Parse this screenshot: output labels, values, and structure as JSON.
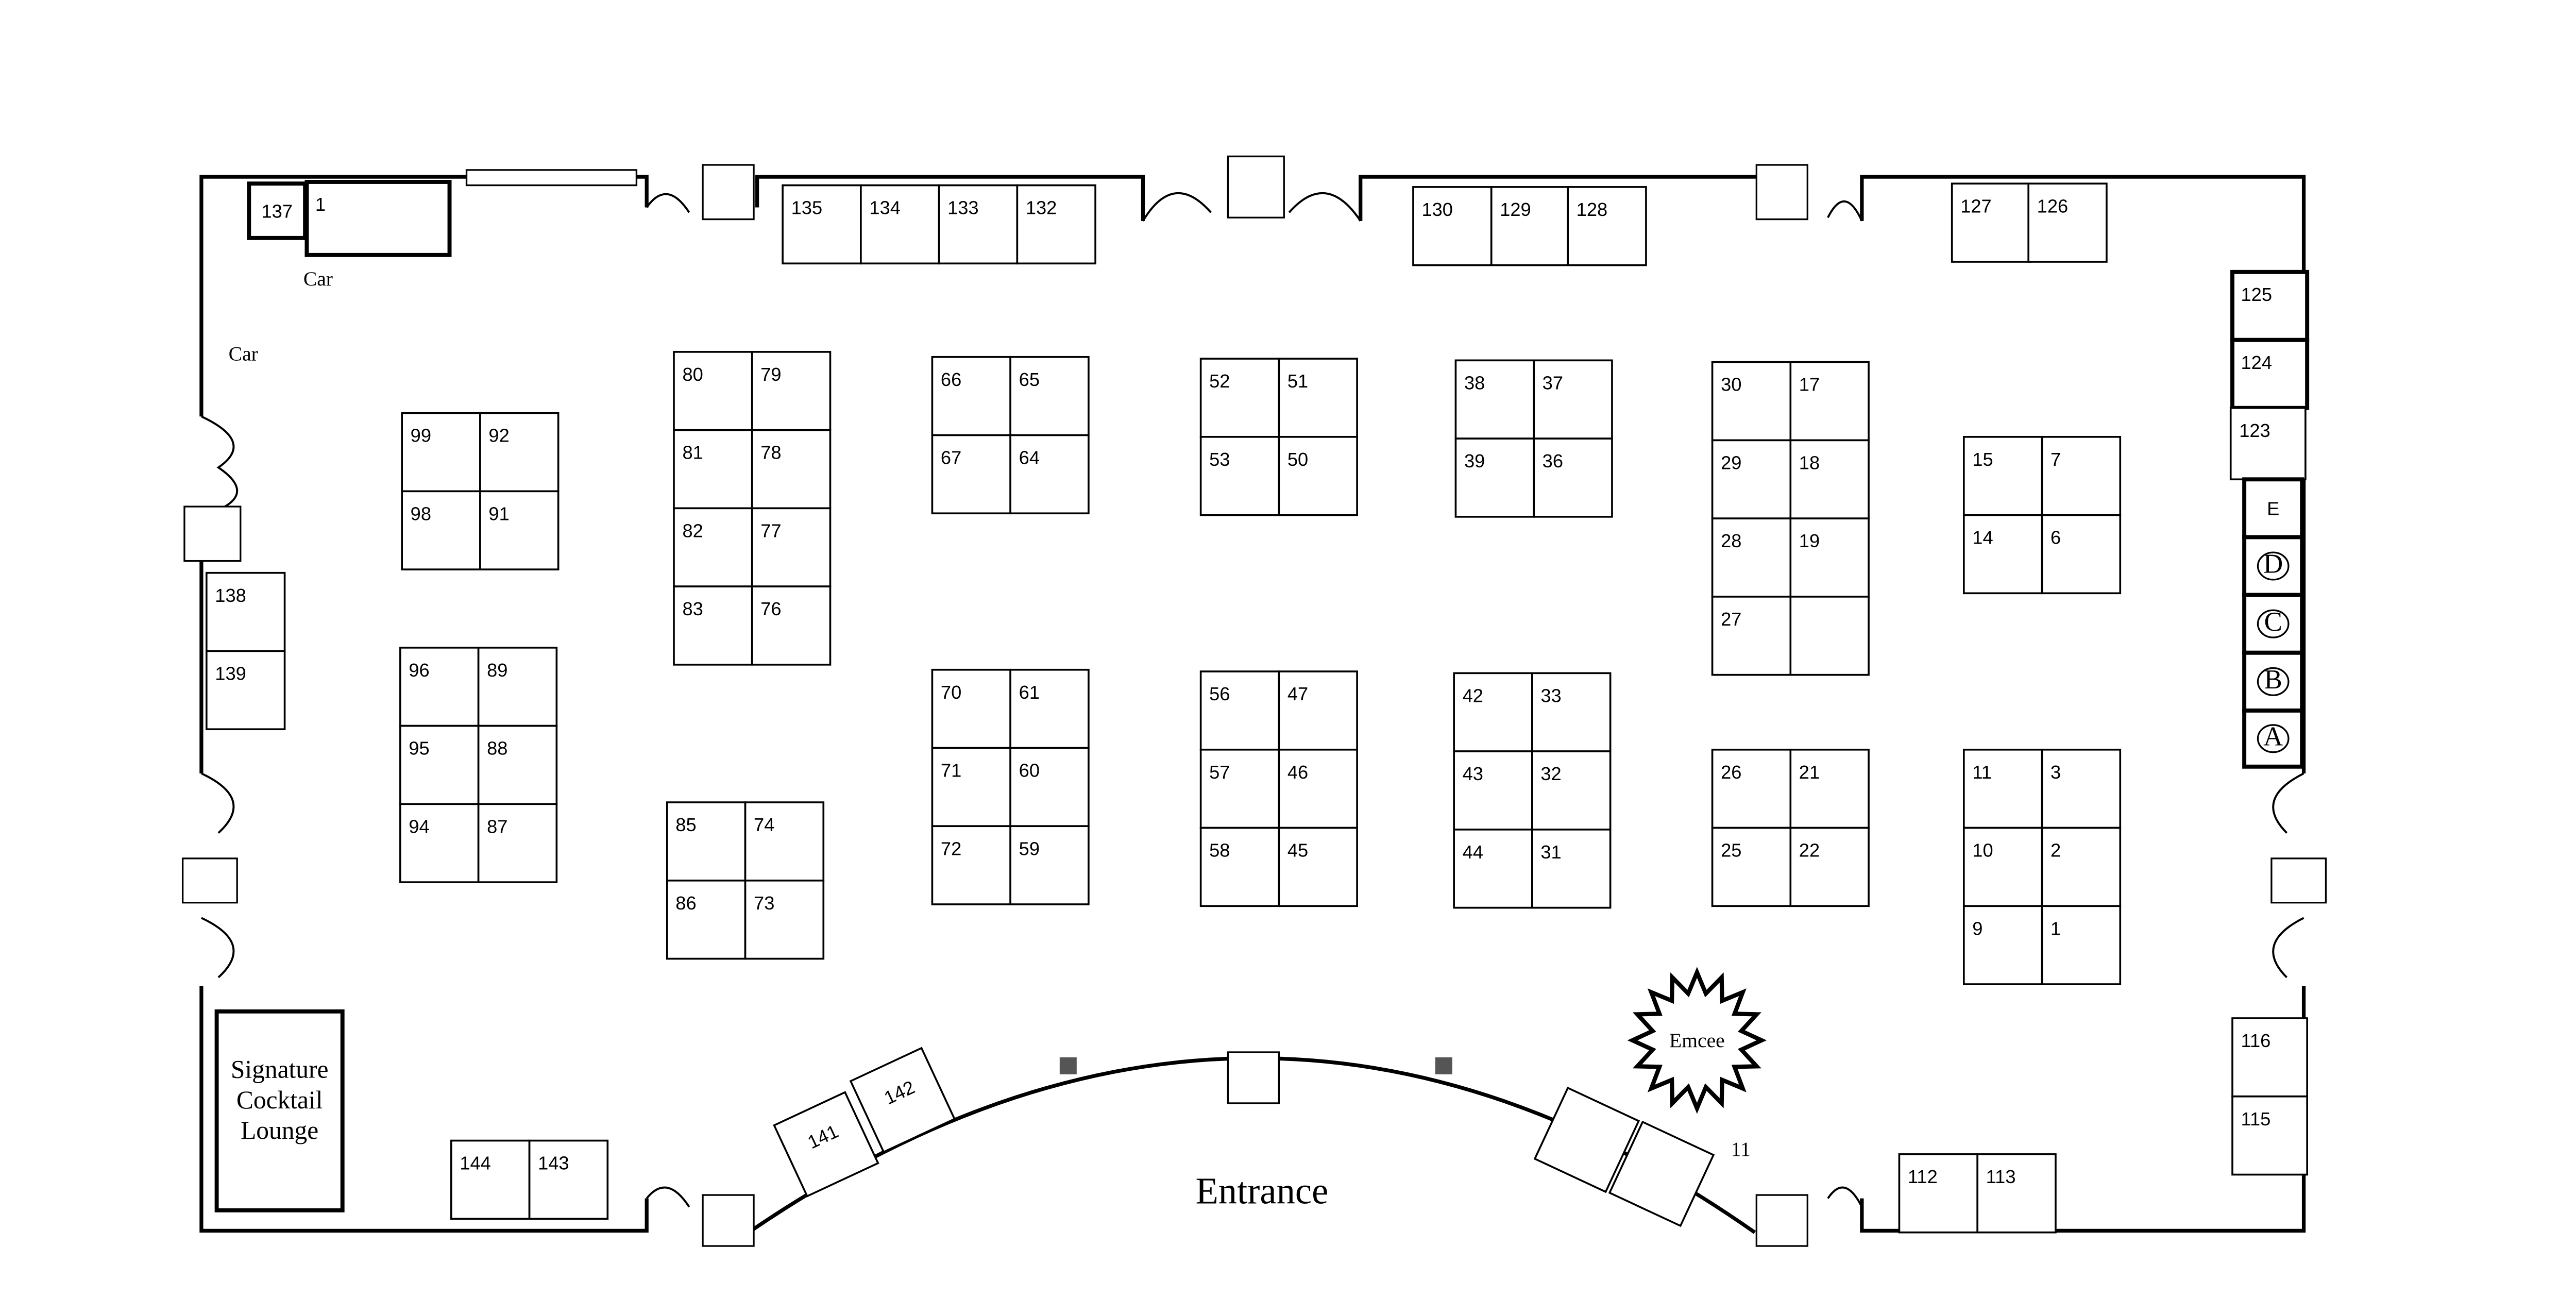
{
  "title": "Exhibit Floor Plan",
  "labels": {
    "car_top": "Car",
    "car_left": "Car",
    "entrance": "Entrance",
    "emcee": "Emcee",
    "lounge": [
      "Signature",
      "Cocktail",
      "Lounge"
    ],
    "stray_number": "11"
  },
  "booths": [
    "137",
    "1",
    "135",
    "134",
    "133",
    "132",
    "130",
    "129",
    "128",
    "127",
    "126",
    "125",
    "124",
    "123",
    "E",
    "D",
    "C",
    "B",
    "A",
    "99",
    "92",
    "98",
    "91",
    "96",
    "89",
    "95",
    "88",
    "94",
    "87",
    "80",
    "79",
    "81",
    "78",
    "82",
    "77",
    "83",
    "76",
    "85",
    "74",
    "86",
    "73",
    "66",
    "65",
    "67",
    "64",
    "70",
    "61",
    "71",
    "60",
    "72",
    "59",
    "52",
    "51",
    "53",
    "50",
    "56",
    "47",
    "57",
    "46",
    "58",
    "45",
    "38",
    "37",
    "39",
    "36",
    "42",
    "33",
    "43",
    "32",
    "44",
    "31",
    "30",
    "17",
    "29",
    "18",
    "28",
    "19",
    "27",
    "",
    "26",
    "21",
    "25",
    "22",
    "15",
    "7",
    "14",
    "6",
    "11",
    "3",
    "10",
    "2",
    "9",
    "1",
    "138",
    "139",
    "144",
    "143",
    "112",
    "113",
    "116",
    "115"
  ],
  "angled_booths": [
    "141",
    "142",
    "",
    ""
  ]
}
